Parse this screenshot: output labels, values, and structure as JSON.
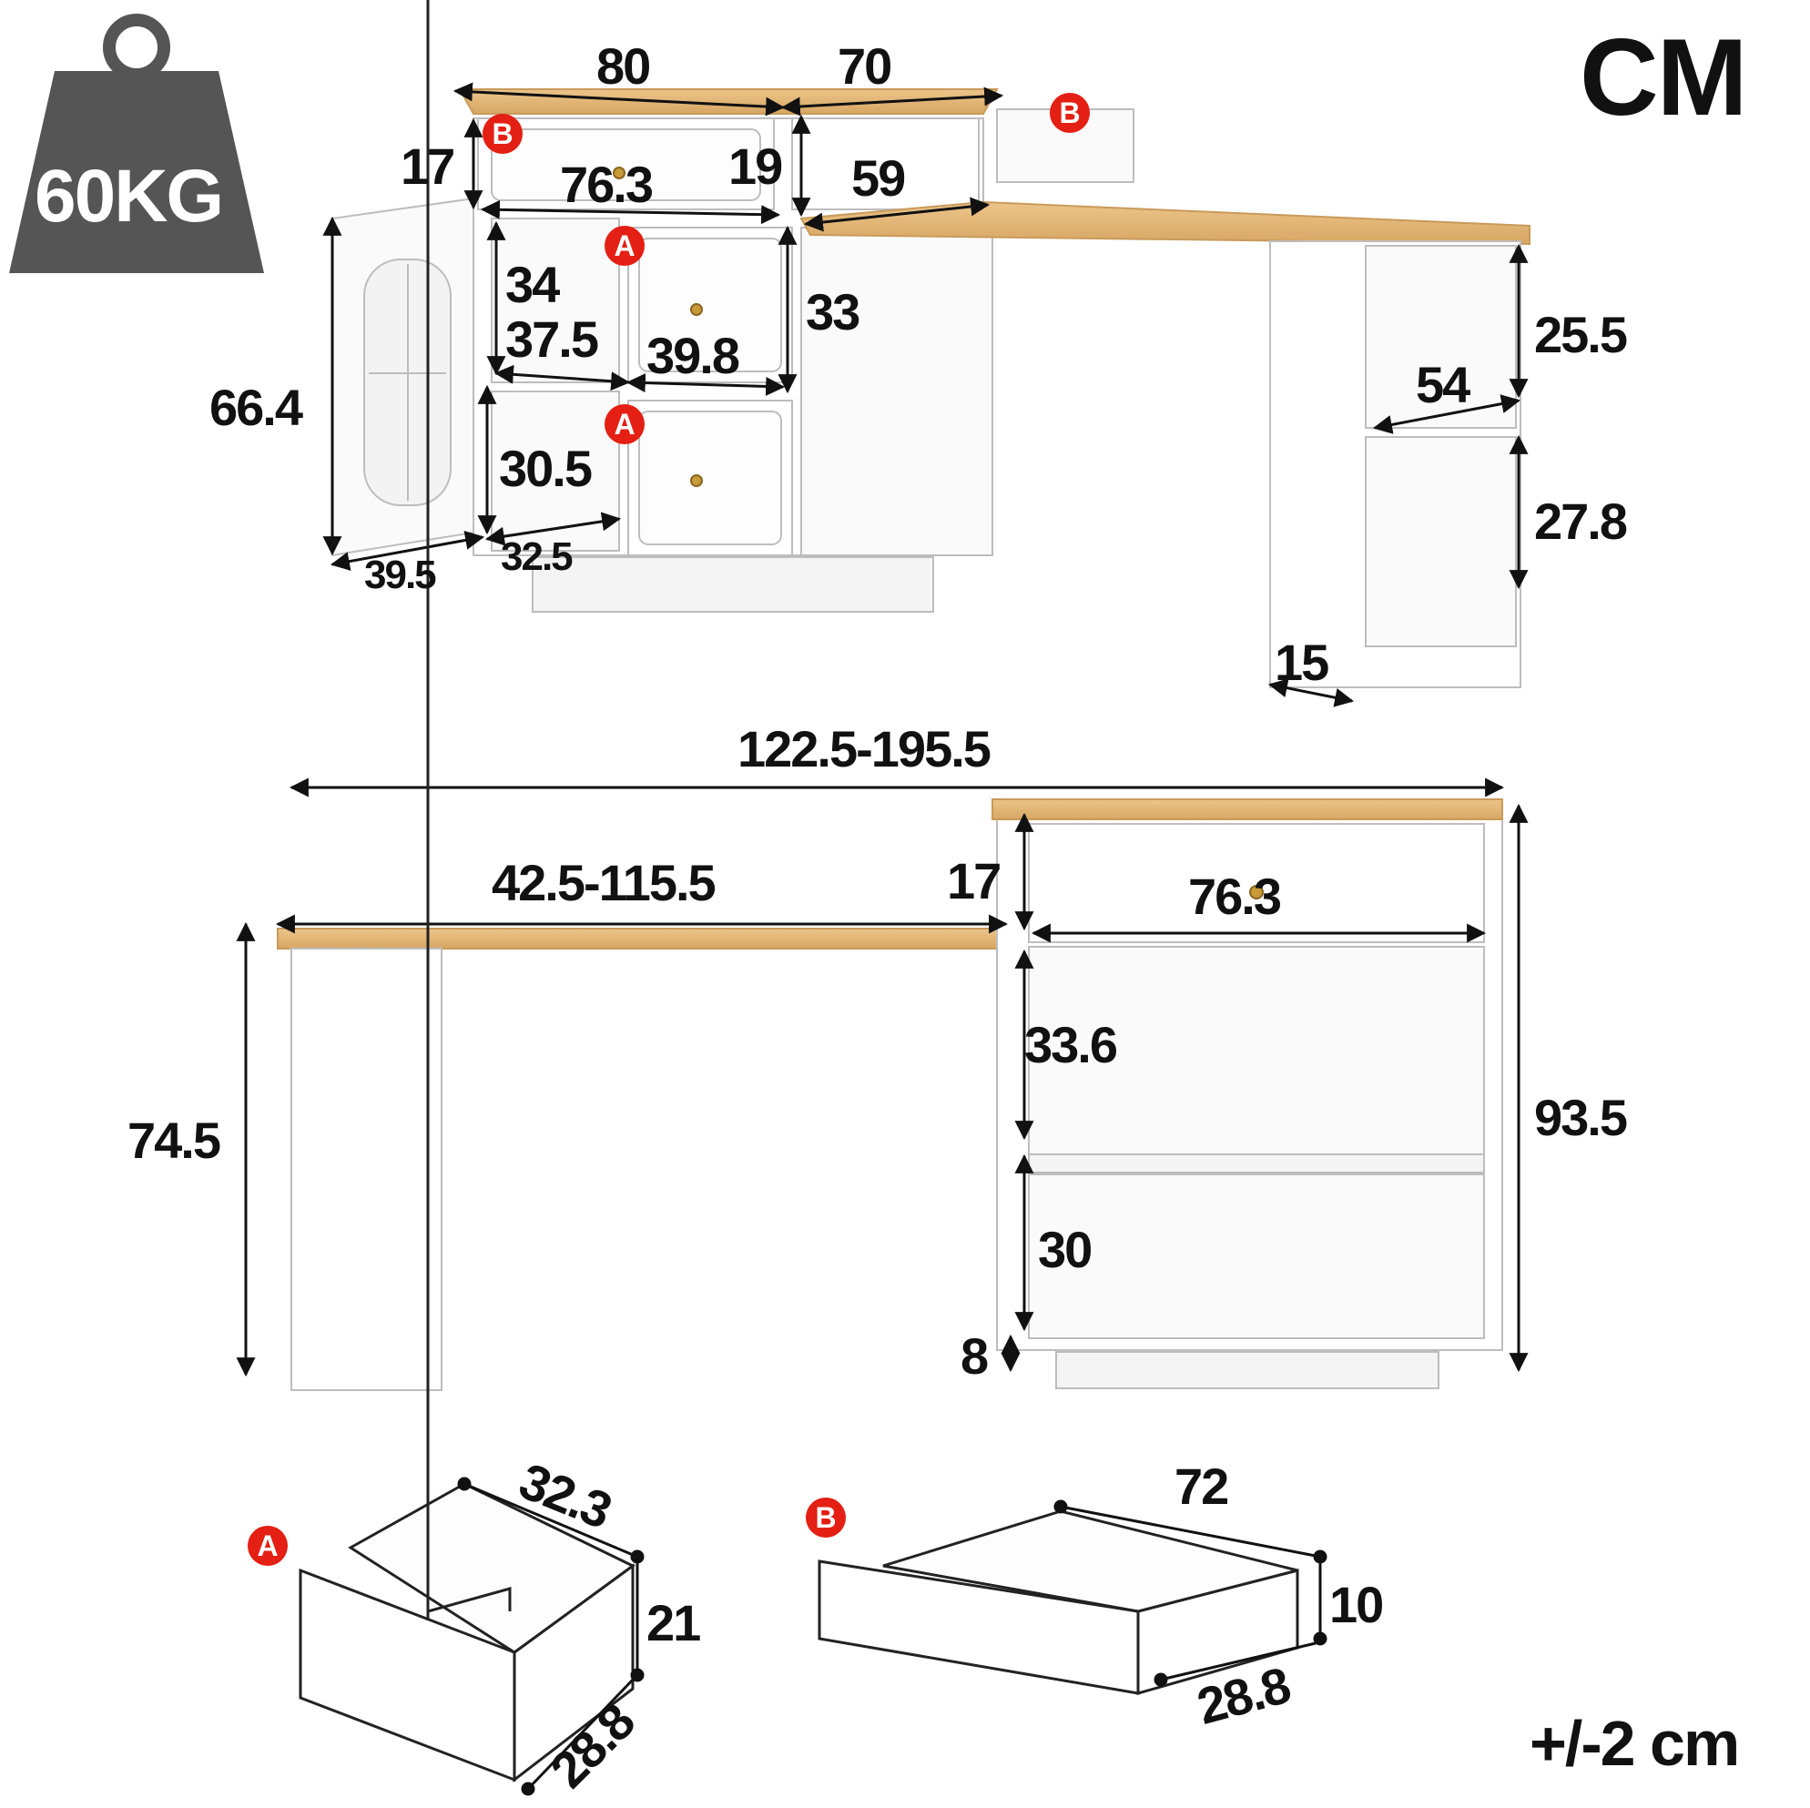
{
  "units_label": "CM",
  "weight": {
    "label": "60KG",
    "icon": "weight-icon"
  },
  "tolerance": "+/-2 cm",
  "colors": {
    "wood": "#e3b77a",
    "board": "#ffffff",
    "outline": "#b9b9b9",
    "badge": "#e41f13",
    "weight_fill": "#555555"
  },
  "badges": {
    "a": "A",
    "b": "B"
  },
  "top_view": {
    "dims": {
      "width_80": "80",
      "width_70": "70",
      "drawer_h_17": "17",
      "drawer_w_76_3": "76.3",
      "h_19": "19",
      "w_59": "59",
      "cab_h_34": "34",
      "depth_37_5": "37.5",
      "drawer_w_39_8": "39.8",
      "h_33": "33",
      "door_h_66_4": "66.4",
      "h_30_5": "30.5",
      "door_w_39_5": "39.5",
      "depth_32_5": "32.5",
      "shelf_h_25_5": "25.5",
      "shelf_d_54": "54",
      "shelf_h_27_8": "27.8",
      "leg_w_15": "15"
    }
  },
  "front_view": {
    "dims": {
      "total_width": "122.5-195.5",
      "desk_width": "42.5-115.5",
      "drawer_h_17": "17",
      "drawer_w_76_3": "76.3",
      "desk_h_74_5": "74.5",
      "shelf_33_6": "33.6",
      "total_h_93_5": "93.5",
      "shelf_30": "30",
      "base_8": "8"
    }
  },
  "drawer_a": {
    "w": "32.3",
    "h": "21",
    "d": "28.8"
  },
  "drawer_b": {
    "w": "72",
    "h": "10",
    "d": "28.8"
  }
}
